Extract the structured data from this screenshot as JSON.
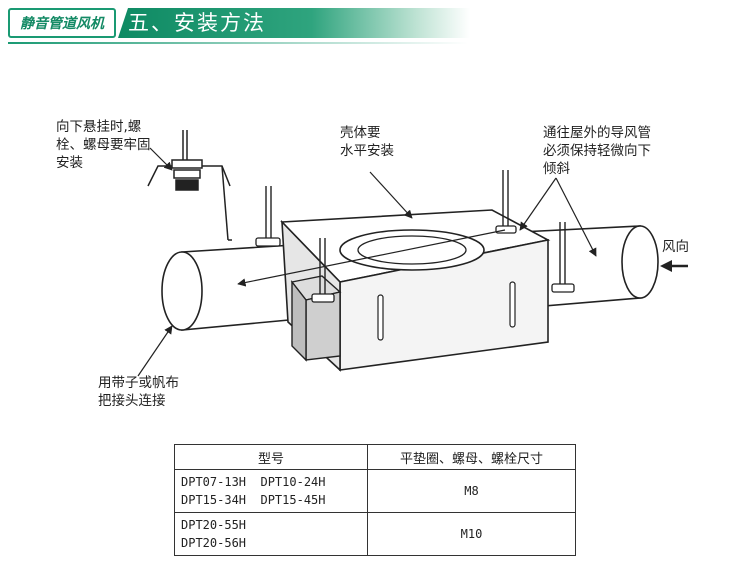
{
  "header": {
    "tag": "静音管道风机",
    "title": "五、安装方法",
    "accent": "#1a9a73"
  },
  "labels": {
    "hanger": [
      "向下悬挂时,螺",
      "栓、螺母要牢固",
      "安装"
    ],
    "shell": [
      "壳体要",
      "水平安装"
    ],
    "duct": [
      "通往屋外的导风管",
      "必须保持轻微向下",
      "倾斜"
    ],
    "wind": "风向",
    "connect": [
      "用带子或帆布",
      "把接头连接"
    ]
  },
  "table": {
    "headers": [
      "型号",
      "平垫圈、螺母、螺栓尺寸"
    ],
    "rows": [
      {
        "models": [
          "DPT07-13H  DPT10-24H",
          "DPT15-34H  DPT15-45H"
        ],
        "size": "M8"
      },
      {
        "models": [
          "DPT20-55H",
          "DPT20-56H"
        ],
        "size": "M10"
      }
    ]
  }
}
